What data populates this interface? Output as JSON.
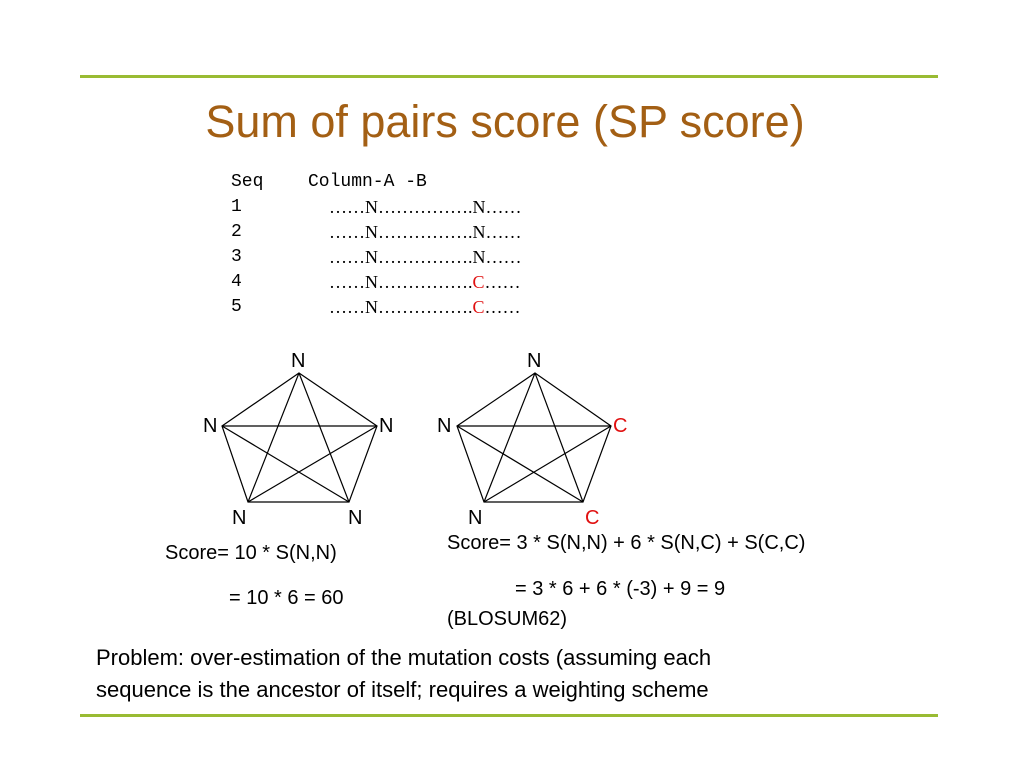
{
  "title": "Sum of pairs score (SP score)",
  "table": {
    "header_seq": "Seq",
    "header_columns": "Column-A -B",
    "rows": [
      {
        "num": "1",
        "pre": "……N…………….",
        "last": "N",
        "post": "……",
        "last_color": "#000000"
      },
      {
        "num": "2",
        "pre": "……N…………….",
        "last": "N",
        "post": "……",
        "last_color": "#000000"
      },
      {
        "num": "3",
        "pre": "……N…………….",
        "last": "N",
        "post": "……",
        "last_color": "#000000"
      },
      {
        "num": "4",
        "pre": "……N…………….",
        "last": "C",
        "post": "……",
        "last_color": "#e01010"
      },
      {
        "num": "5",
        "pre": "……N…………….",
        "last": "C",
        "post": "……",
        "last_color": "#e01010"
      }
    ]
  },
  "graph1": {
    "top": "N",
    "left": "N",
    "right": "N",
    "bottom_left": "N",
    "bottom_right": "N"
  },
  "graph2": {
    "top": "N",
    "left": "N",
    "right": "C",
    "bottom_left": "N",
    "bottom_right": "C"
  },
  "score1": {
    "line1": "Score= 10 * S(N,N)",
    "line2": "= 10 * 6 = 60"
  },
  "score2": {
    "line1": "Score= 3 * S(N,N) + 6 * S(N,C) + S(C,C)",
    "line2": "= 3 * 6 + 6 * (-3) + 9 = 9",
    "line3": "(BLOSUM62)"
  },
  "problem": {
    "line1": "Problem: over-estimation of the mutation costs (assuming each",
    "line2": "sequence is the ancestor of itself; requires a weighting scheme"
  },
  "colors": {
    "title": "#a35f14",
    "rule": "#99bb33",
    "highlight": "#e01010"
  }
}
